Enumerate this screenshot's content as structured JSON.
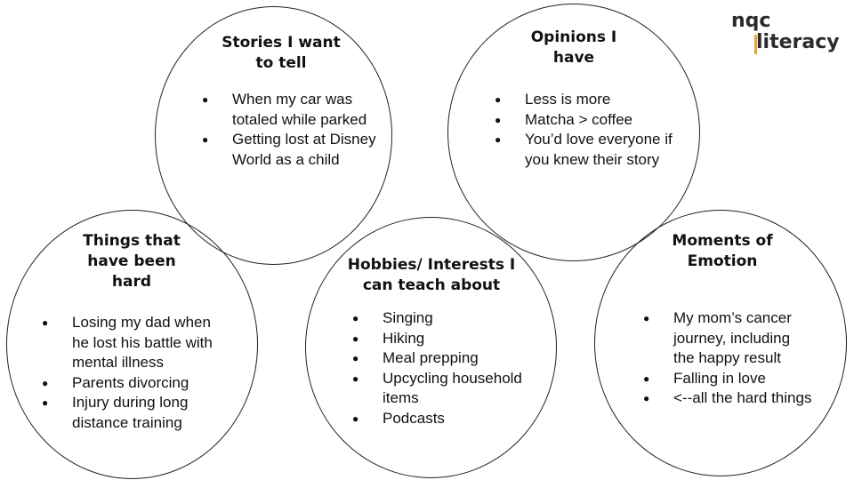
{
  "logo": {
    "line1": "nqc",
    "line2": "literacy",
    "accent_color": "#e8a33a"
  },
  "circles": [
    {
      "title": "Stories I want to tell",
      "items": [
        "When my car was totaled while parked",
        "Getting lost at Disney World as a child"
      ]
    },
    {
      "title": "Opinions I have",
      "items": [
        "Less is more",
        "Matcha > coffee",
        "You’d love everyone if you knew their story"
      ]
    },
    {
      "title": "Things that have been hard",
      "items": [
        "Losing my dad when he lost his battle with mental illness",
        "Parents divorcing",
        "Injury during long distance training"
      ]
    },
    {
      "title": "Hobbies/ Interests I can teach about",
      "items": [
        "Singing",
        "Hiking",
        "Meal prepping",
        "Upcycling household items",
        "Podcasts"
      ]
    },
    {
      "title": "Moments of Emotion",
      "items": [
        "My mom’s cancer journey, including the happy result",
        "Falling in love",
        "<--all the hard things"
      ]
    }
  ]
}
